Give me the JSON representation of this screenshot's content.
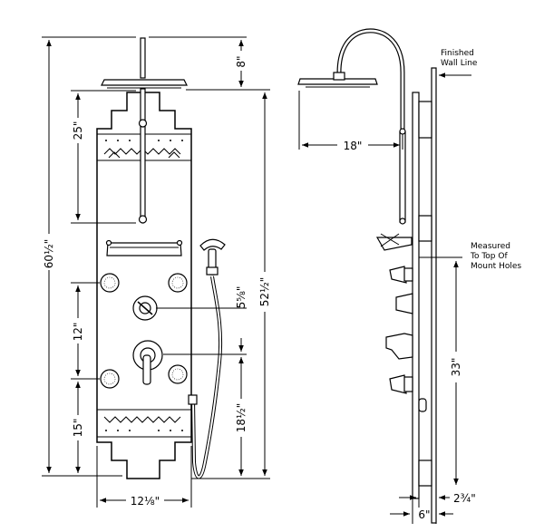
{
  "front_view": {
    "dim_overall_height": "60½\"",
    "dim_showerhead_drop": "8\"",
    "dim_arm_length": "25\"",
    "dim_diverter_offset": "5⅝\"",
    "dim_jet_spacing": "12\"",
    "dim_panel_height": "52½\"",
    "dim_valve_to_bottom": "18½\"",
    "dim_lower_jets": "15\"",
    "dim_panel_width": "12⅛\""
  },
  "side_view": {
    "dim_showerhead_reach": "18\"",
    "dim_mount_height": "33\"",
    "dim_panel_depth": "6\"",
    "dim_wall_offset": "2¾\"",
    "note_wall_line": [
      "Finished",
      "Wall Line"
    ],
    "note_mount_holes": [
      "Measured",
      "To Top Of",
      "Mount Holes"
    ]
  }
}
